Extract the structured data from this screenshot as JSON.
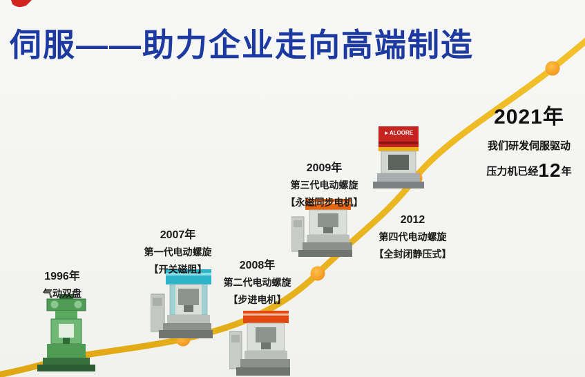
{
  "title": {
    "text": "伺服——助力企业走向高端制造",
    "color": "#1c3aa0"
  },
  "curve": {
    "color_start": "#dfa713",
    "color_end": "#f3c22b",
    "dot_color": "#f19a1c"
  },
  "milestones": [
    {
      "year": "1996年",
      "name": "气动双盘",
      "spec": ""
    },
    {
      "year": "2007年",
      "name": "第一代电动螺旋",
      "spec": "【开关磁阻】"
    },
    {
      "year": "2008年",
      "name": "第二代电动螺旋",
      "spec": "【步进电机】"
    },
    {
      "year": "2009年",
      "name": "第三代电动螺旋",
      "spec": "【永磁同步电机】"
    },
    {
      "year": "2012",
      "name": "第四代电动螺旋",
      "spec": "【全封闭静压式】"
    }
  ],
  "finale": {
    "year": "2021年",
    "line1": "我们研发伺服驱动",
    "line2_prefix": "压力机已经",
    "line2_number": "12",
    "line2_suffix": "年"
  },
  "machines": {
    "m1996_color": "#4f9c55",
    "m2007_color": "#2cb4c8",
    "m2008_color": "#e04a10",
    "m2009_color": "#e8650f",
    "m2012_color": "#c52420",
    "m2012_brand": "►ALOORE"
  }
}
